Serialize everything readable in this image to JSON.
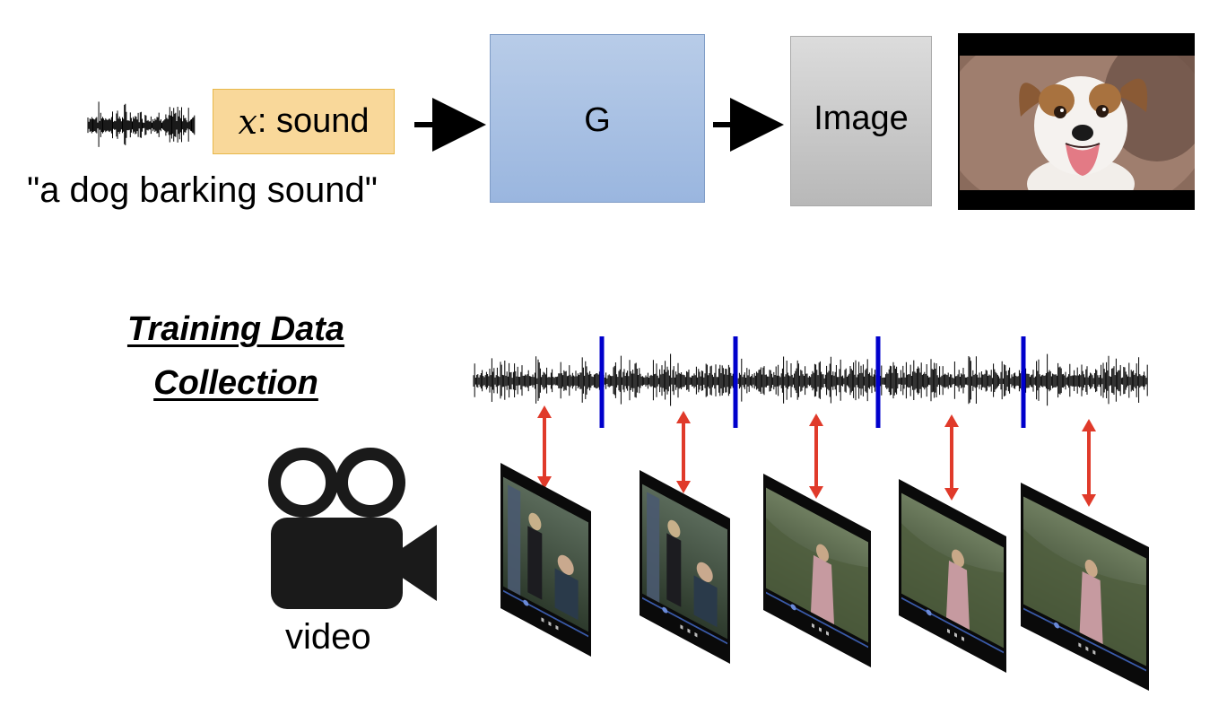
{
  "input": {
    "variable": "x",
    "label_suffix": ": sound",
    "caption": "\"a dog barking sound\""
  },
  "generator": {
    "label": "G"
  },
  "output": {
    "label": "Image"
  },
  "section": {
    "heading_line1": "Training Data",
    "heading_line2": "Collection"
  },
  "video": {
    "label": "video"
  },
  "colors": {
    "x_box_fill": "#f9d89a",
    "generator_fill": "#a9c0e4",
    "output_fill": "#c8c8c8",
    "segment_divider": "#0000cc",
    "correspondence_arrow": "#e03a2a",
    "arrow": "#000000"
  },
  "icons": [
    "waveform-icon",
    "arrow-right-icon",
    "dog-photo",
    "video-camera-icon",
    "video-frame-thumbnail"
  ]
}
